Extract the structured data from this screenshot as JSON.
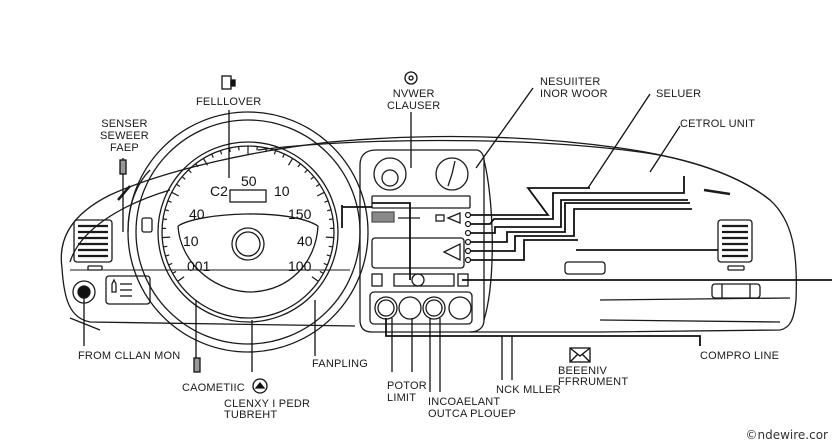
{
  "diagram": {
    "type": "dashboard-wiring-illustration",
    "speedometer_labels": [
      "50",
      "C2",
      "10",
      "40",
      "150",
      "10",
      "40",
      "001",
      "100"
    ],
    "labels": {
      "fell_over": "FELLLOVER",
      "senser": [
        "SENSER",
        "SEWEER",
        "FAEP"
      ],
      "nvwer_clauser": [
        "NVWER",
        "CLAUSER"
      ],
      "nesuiter": [
        "NESUIITER",
        "INOR WOOR"
      ],
      "seluer": "SELUER",
      "control_unit": "CETROL UNIT",
      "from_cllan_mon": "FROM CLLAN MON",
      "caometiic": "CAOMETIIC",
      "clenty_pedr": [
        "CLENXY I PEDR",
        "TUBREHT"
      ],
      "fanpling": "FANPLING",
      "potor_limit": [
        "POTOR",
        "LIMIT"
      ],
      "incoaelant": [
        "INCOAELANT",
        "OUTCA PLOUEP"
      ],
      "nck_miler": "NCK MLLER",
      "beeeniv": [
        "BEEENIV",
        "FFRRUMENT"
      ],
      "compro_line": "COMPRO LINE"
    },
    "watermark": "©ndewire.cor"
  }
}
